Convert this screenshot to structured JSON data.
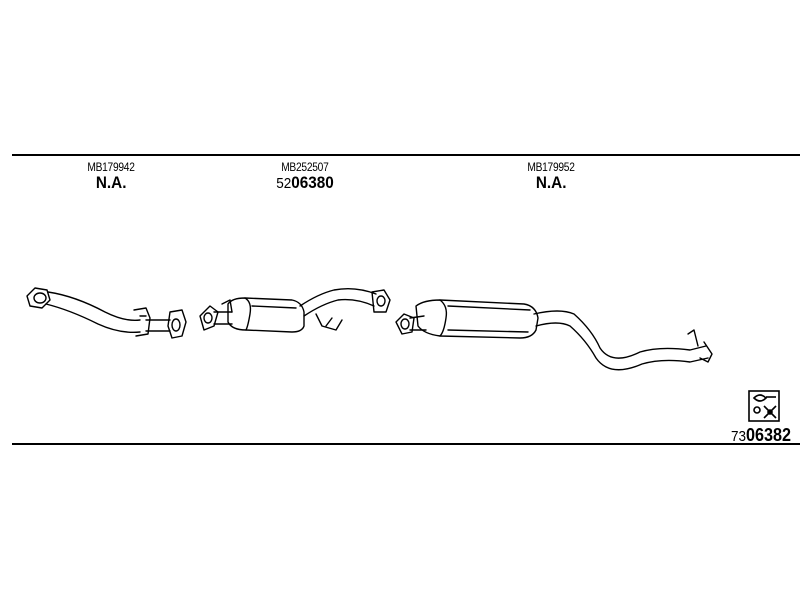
{
  "parts": [
    {
      "oem": "MB179942",
      "code_prefix": "",
      "code_main": "N.A."
    },
    {
      "oem": "MB252507",
      "code_prefix": "52",
      "code_main": "06380"
    },
    {
      "oem": "MB179952",
      "code_prefix": "",
      "code_main": "N.A."
    }
  ],
  "kit": {
    "code_prefix": "73",
    "code_main": "06382",
    "icon": "fitting-kit-icon"
  }
}
